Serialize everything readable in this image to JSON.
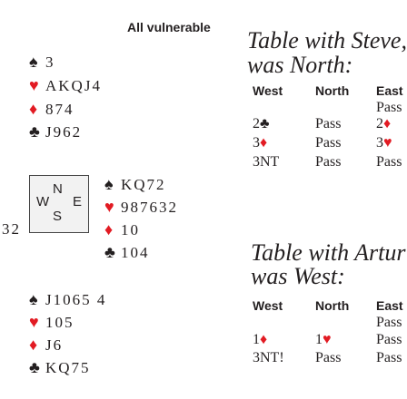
{
  "vulnerability": "All vulnerable",
  "suit_colors": {
    "spade": "#231f20",
    "heart": "#e21b23",
    "diamond": "#e21b23",
    "club": "#231f20"
  },
  "hands": {
    "north": {
      "spades": "3",
      "hearts": "AKQJ4",
      "diamonds": "874",
      "clubs": "J962"
    },
    "east": {
      "spades": "KQ72",
      "hearts": "987632",
      "diamonds": "10",
      "clubs": "104"
    },
    "south": {
      "spades": "J1065 4",
      "hearts": "105",
      "diamonds": "J6",
      "clubs": "KQ75"
    },
    "west_partial": "32"
  },
  "compass": {
    "n": "N",
    "w": "W",
    "e": "E",
    "s": "S"
  },
  "table1": {
    "heading_line1": "Table with Steve,",
    "heading_line2": "was North:",
    "columns": [
      "West",
      "North",
      "East"
    ],
    "first_row_east": "Pass",
    "rows": [
      {
        "west": "2",
        "west_suit": "club",
        "north": "Pass",
        "east": "2",
        "east_suit": "diamond"
      },
      {
        "west": "3",
        "west_suit": "diamond",
        "north": "Pass",
        "east": "3",
        "east_suit": "heart"
      },
      {
        "west": "3NT",
        "north": "Pass",
        "east": "Pass"
      }
    ]
  },
  "table2": {
    "heading_line1": "Table with Artur",
    "heading_line2": "was West:",
    "columns": [
      "West",
      "North",
      "East"
    ],
    "first_row_east": "Pass",
    "rows": [
      {
        "west": "1",
        "west_suit": "diamond",
        "north": "1",
        "north_suit": "heart",
        "east": "Pass"
      },
      {
        "west": "3NT!",
        "north": "Pass",
        "east": "Pass"
      }
    ]
  }
}
